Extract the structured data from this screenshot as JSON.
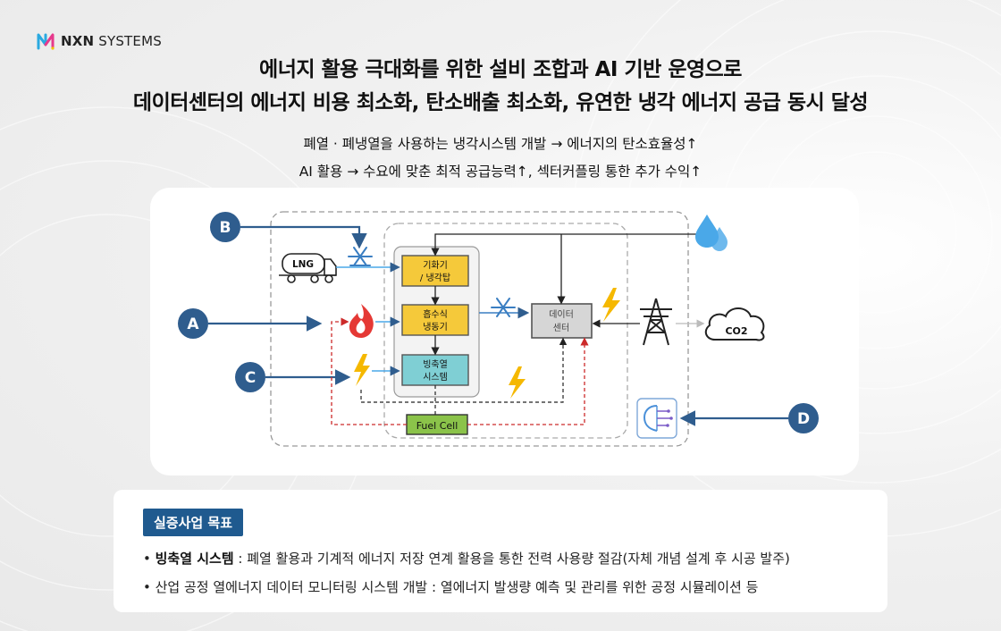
{
  "logo": {
    "bold": "NXN",
    "rest": " SYSTEMS",
    "colors": [
      "#2aa9e0",
      "#e6398c",
      "#f2c200"
    ]
  },
  "headline": {
    "line1": "에너지 활용 극대화를 위한 설비 조합과 AI 기반 운영으로",
    "line2": "데이터센터의 에너지 비용 최소화, 탄소배출 최소화, 유연한 냉각 에너지 공급 동시 달성"
  },
  "subtitle": {
    "line1": "폐열 · 폐냉열을 사용하는 냉각시스템 개발 → 에너지의 탄소효율성↑",
    "line2": "AI 활용 → 수요에 맞춘 최적 공급능력↑, 섹터커플링 통한 추가 수익↑"
  },
  "diagram": {
    "markers": {
      "a": "A",
      "b": "B",
      "c": "C",
      "d": "D"
    },
    "lng_label": "LNG",
    "co2_label": "CO2",
    "boxes": {
      "cooling_tower": [
        "기화기",
        "/ 냉각탑"
      ],
      "absorption": [
        "흡수식",
        "냉동기"
      ],
      "ice_storage": [
        "빙축열",
        "시스템"
      ],
      "datacenter": [
        "데이터",
        "센터"
      ],
      "fuel_cell": "Fuel Cell"
    },
    "icons": [
      "lng-truck-icon",
      "snowflake-icon",
      "flame-icon",
      "lightning-icon",
      "water-drop-icon",
      "power-tower-icon",
      "co2-cloud-icon",
      "ai-brain-icon"
    ],
    "colors": {
      "marker": "#2f5d8e",
      "arrow": "#2f5d8e",
      "red_dashed": "#cc2a2a",
      "yellow_box": "#f5c93a",
      "teal_box": "#7fcfd4",
      "green_box": "#8bc34a",
      "gray_box": "#d6d6d6",
      "lightning": "#f5b800",
      "flame": "#e53935",
      "snowflake": "#3a7ec2",
      "water": "#4aa8e8"
    }
  },
  "goal": {
    "badge": "실증사업 목표",
    "item1_bold": "빙축열 시스템",
    "item1_rest": " : 폐열 활용과 기계적 에너지 저장 연계 활용을 통한 전력 사용량 절감(자체 개념 설계 후 시공 발주)",
    "item2": "산업 공정 열에너지 데이터 모니터링 시스템 개발 : 열에너지 발생량 예측 및 관리를 위한 공정 시뮬레이션 등"
  }
}
